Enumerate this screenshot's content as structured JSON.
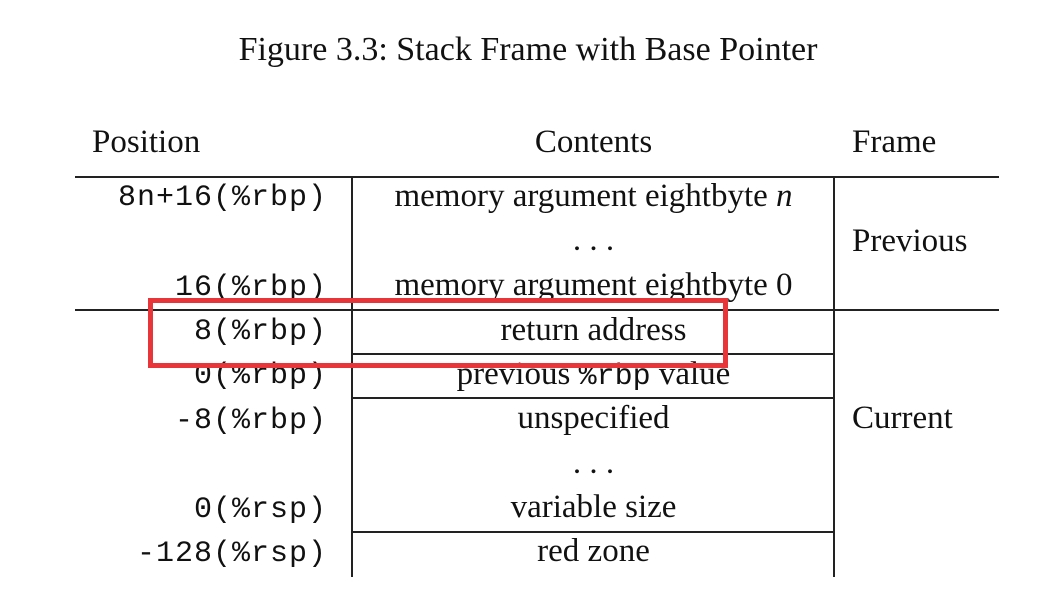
{
  "caption": "Figure 3.3: Stack Frame with Base Pointer",
  "headers": {
    "position": "Position",
    "contents": "Contents",
    "frame": "Frame"
  },
  "rows": [
    {
      "position": "8n+16(%rbp)",
      "contents": "memory argument eightbyte ",
      "contents_var": "n"
    },
    {
      "position": "",
      "contents": ". . ."
    },
    {
      "position": "16(%rbp)",
      "contents": "memory argument eightbyte 0"
    },
    {
      "position": "8(%rbp)",
      "contents": "return address"
    },
    {
      "position": "0(%rbp)",
      "contents_pre": "previous ",
      "contents_mono": "%rbp",
      "contents_post": " value"
    },
    {
      "position": "-8(%rbp)",
      "contents": "unspecified"
    },
    {
      "position": "",
      "contents": ". . ."
    },
    {
      "position": "0(%rsp)",
      "contents": "variable size"
    },
    {
      "position": "-128(%rsp)",
      "contents": "red zone"
    }
  ],
  "frames": {
    "previous": "Previous",
    "current": "Current"
  },
  "highlight_color": "#e8353a"
}
